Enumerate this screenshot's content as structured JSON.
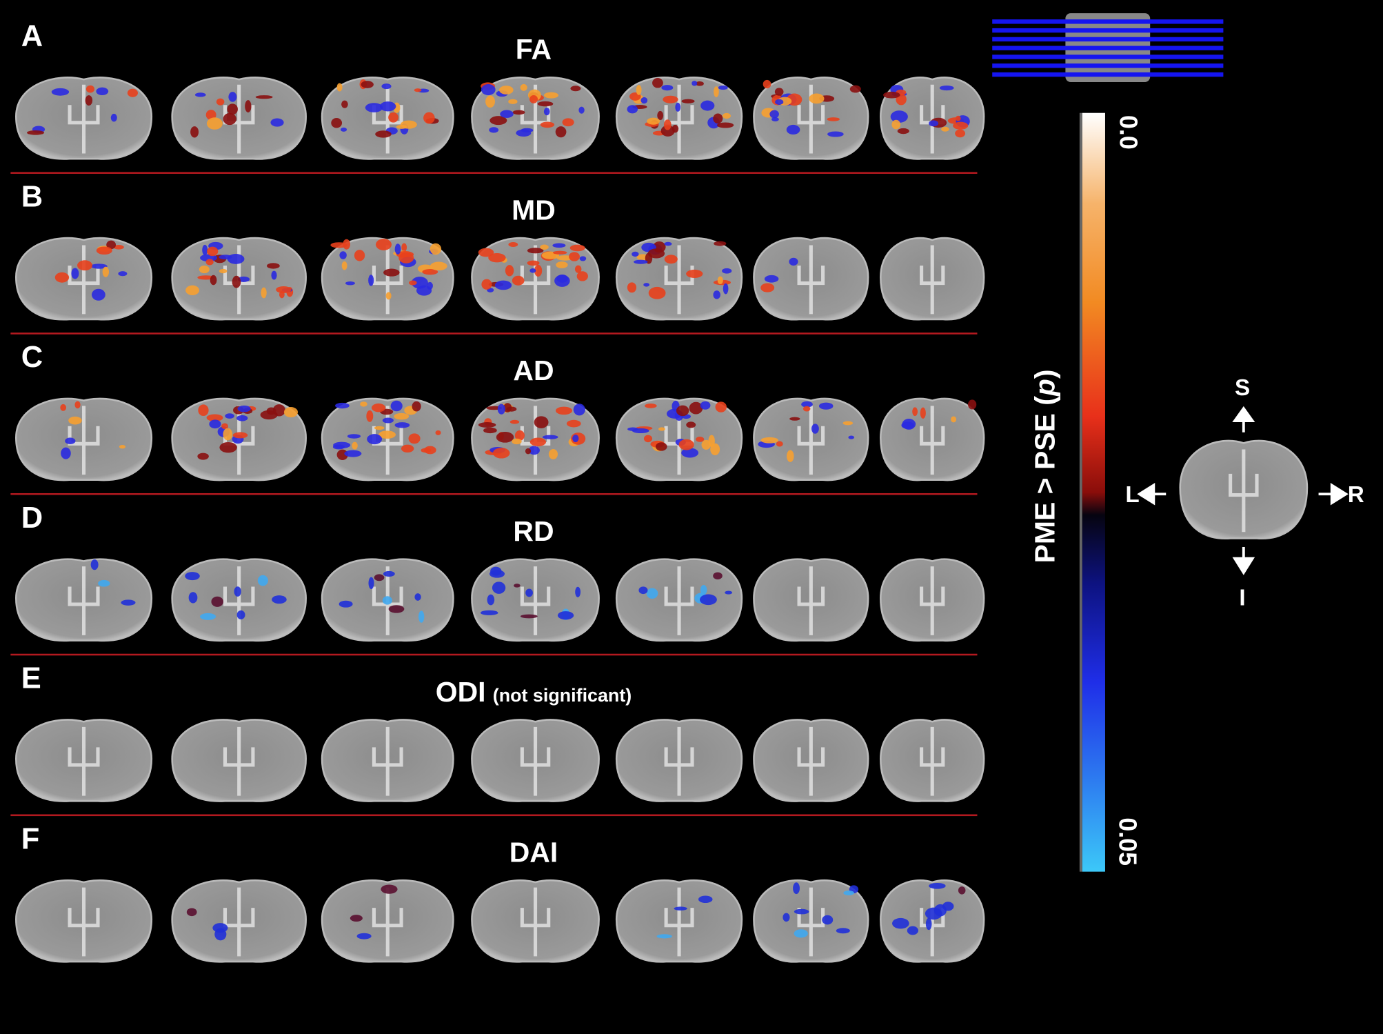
{
  "figure": {
    "panels": [
      {
        "letter": "A",
        "metric": "FA",
        "note": ""
      },
      {
        "letter": "B",
        "metric": "MD",
        "note": ""
      },
      {
        "letter": "C",
        "metric": "AD",
        "note": ""
      },
      {
        "letter": "D",
        "metric": "RD",
        "note": ""
      },
      {
        "letter": "E",
        "metric": "ODI",
        "note": "(not significant)"
      },
      {
        "letter": "F",
        "metric": "DAI",
        "note": ""
      }
    ],
    "slices_per_row": 7,
    "colorbar": {
      "label_prefix": "PME > PSE (",
      "label_var": "p",
      "label_suffix": ")",
      "top_value": "0.0",
      "bottom_value": "0.05",
      "colors": [
        "#ffffff",
        "#f28a22",
        "#e8301a",
        "#000000",
        "#1f2ee8",
        "#3cc8f8"
      ]
    },
    "orientation": {
      "superior": "S",
      "inferior": "I",
      "left": "L",
      "right": "R"
    },
    "colors": {
      "separator": "#b3191f",
      "slice_lines": "#1515f0",
      "background": "#000000"
    }
  }
}
